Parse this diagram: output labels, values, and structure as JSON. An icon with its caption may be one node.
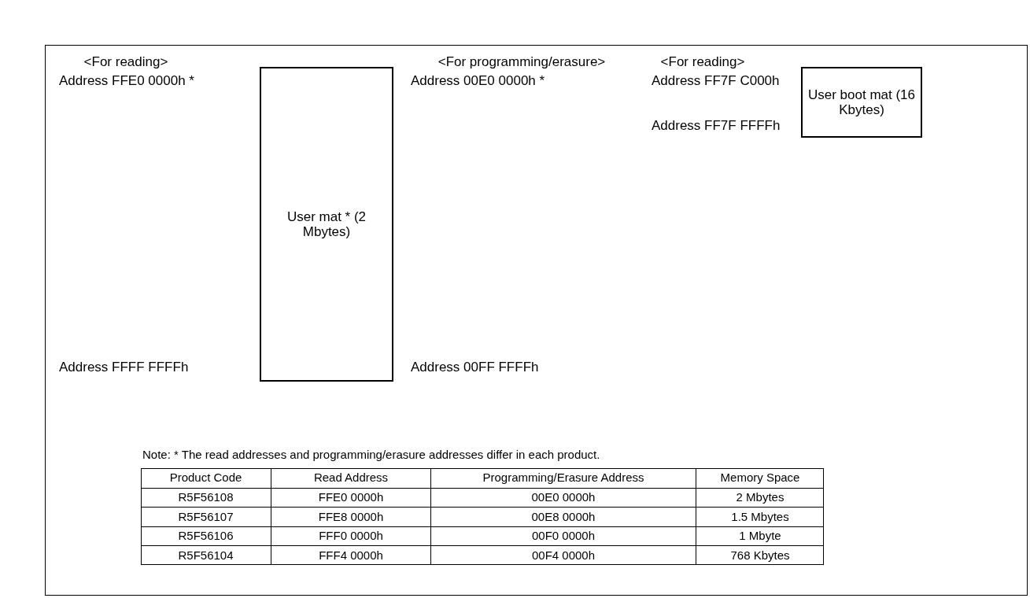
{
  "diagram": {
    "nodes": [
      {
        "text": [
          "User mat * (2 Mbytes)"
        ]
      },
      {
        "text": [
          "User boot mat (16 Kbytes)"
        ]
      }
    ],
    "edges": [],
    "labels": [
      "<For reading>",
      "<For programming/erasure>",
      "<For reading>",
      "Address FFE0 0000h *",
      "Address 00E0 0000h *",
      "Address FF7F C000h",
      "Address FF7F FFFFh",
      "Address FFFF FFFFh",
      "Address 00FF FFFFh",
      "Note: * The read addresses and programming/erasure addresses differ in each product.",
      "Product Code",
      "Read Address",
      "Programming/Erasure Address",
      "Memory Space",
      "R5F56108",
      "FFE0 0000h",
      "00E0 0000h",
      "2 Mbytes",
      "R5F56107",
      "FFE8 0000h",
      "00E8 0000h",
      "1.5 Mbytes",
      "R5F56106",
      "FFF0 0000h",
      "00F0 0000h",
      "1 Mbyte",
      "R5F56104",
      "FFF4 0000h",
      "00F4 0000h",
      "768 Kbytes"
    ]
  }
}
